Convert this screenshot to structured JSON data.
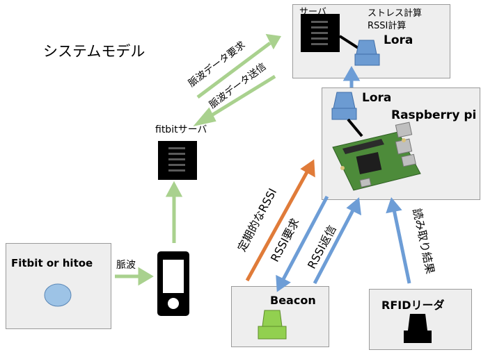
{
  "title": "システムモデル",
  "nodes": {
    "server": {
      "label": "サーバ",
      "note1": "ストレス計算",
      "note2": "RSSI計算",
      "lora": "Lora"
    },
    "raspberry": {
      "lora": "Lora",
      "label": "Raspberry pi"
    },
    "fitbit_server": {
      "label": "fitbitサーバ"
    },
    "fitbit": {
      "label": "Fitbit or hitoe"
    },
    "beacon": {
      "label": "Beacon"
    },
    "rfid": {
      "label": "RFIDリーダ"
    }
  },
  "arrows": {
    "pulse": "脈波",
    "pulse_request": "脈波データ要求",
    "pulse_send": "脈波データ送信",
    "periodic_rssi": "定期的なRSSI",
    "rssi_request": "RSSI要求",
    "rssi_reply": "RSSI返信",
    "read_result": "読み取り結果"
  },
  "colors": {
    "green_arrow": "#a9d18e",
    "blue_arrow": "#6d9dd6",
    "orange_arrow": "#e07b39",
    "lora_blue": "#6c9bd2",
    "beacon_green": "#92d050",
    "fitbit_circle": "#9dc3e6",
    "box_fill": "#eeeeee"
  }
}
